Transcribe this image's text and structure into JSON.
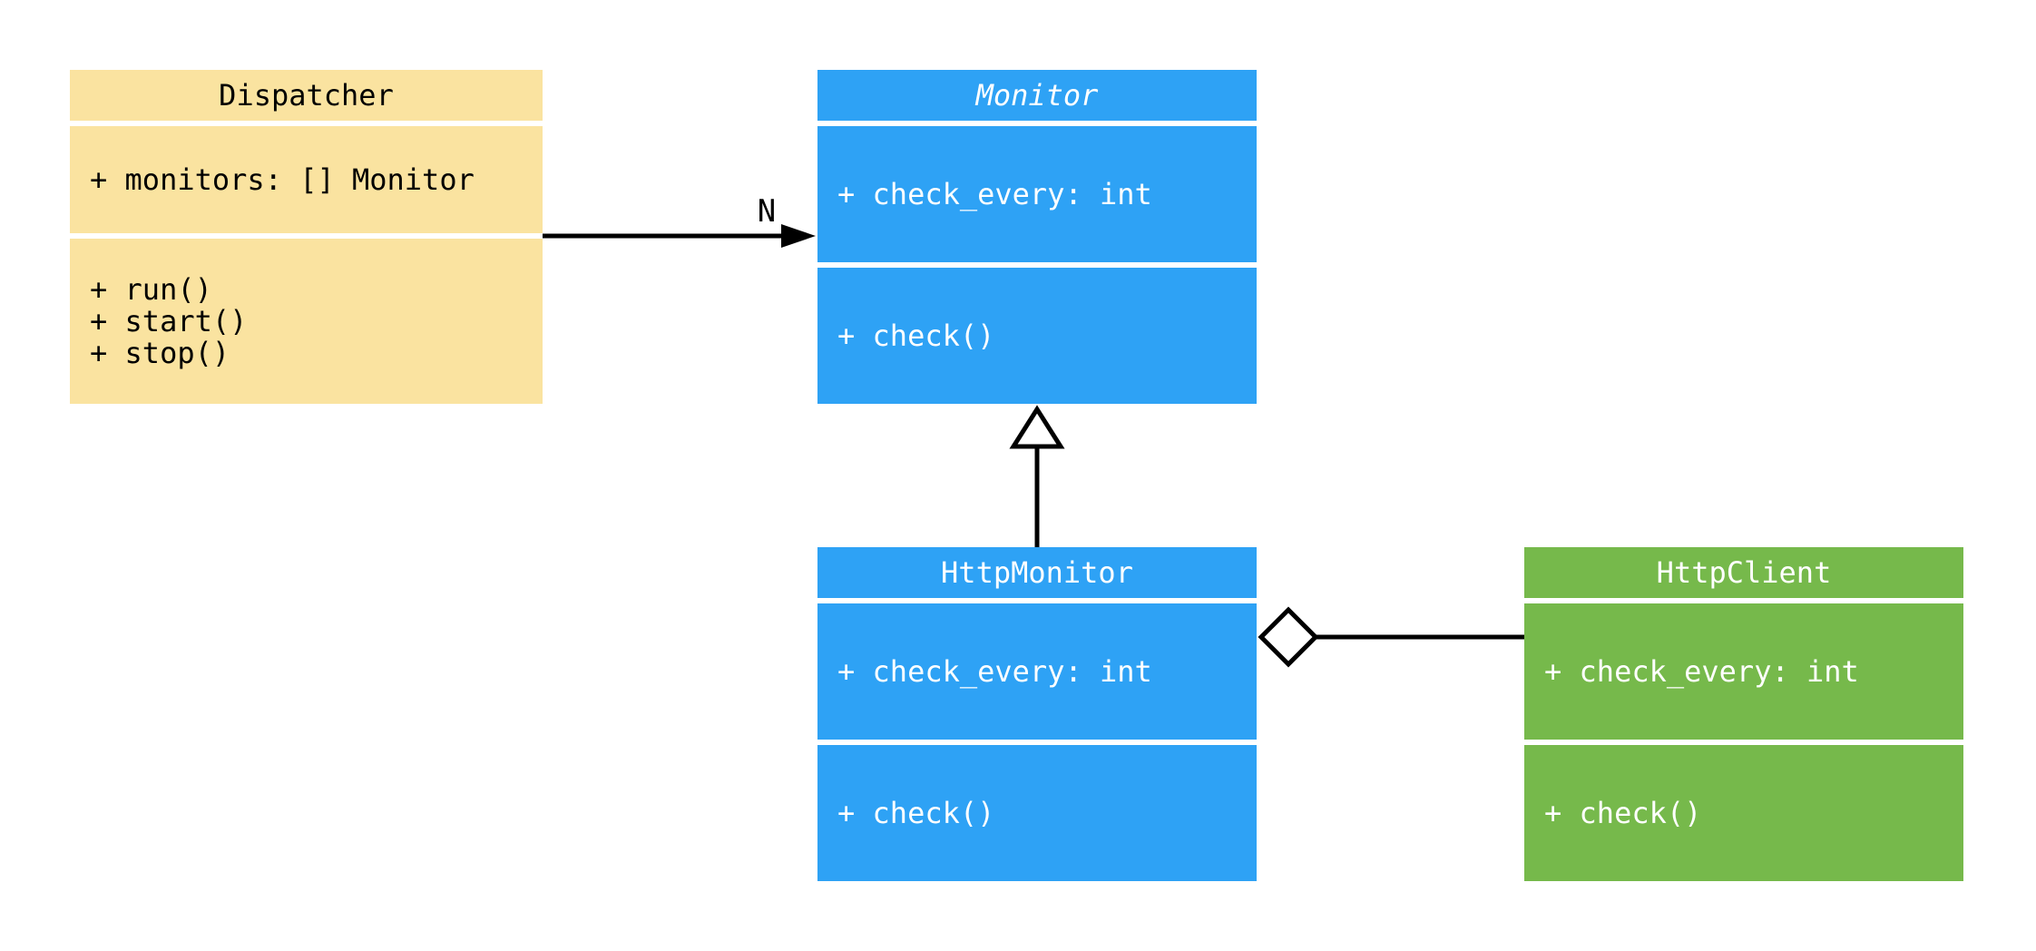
{
  "background_color": "#FFFFFF",
  "connector_color": "#000000",
  "classes": {
    "dispatcher": {
      "name": "Dispatcher",
      "abstract": false,
      "fill_color": "#FAE3A0",
      "text_color": "#000000",
      "attributes": [
        "+ monitors: [] Monitor"
      ],
      "methods": [
        "+ run()",
        "+ start()",
        "+ stop()"
      ]
    },
    "monitor": {
      "name": "Monitor",
      "abstract": true,
      "fill_color": "#2EA2F5",
      "text_color": "#FFFFFF",
      "attributes": [
        "+ check_every: int"
      ],
      "methods": [
        "+ check()"
      ]
    },
    "http_monitor": {
      "name": "HttpMonitor",
      "abstract": false,
      "fill_color": "#2EA2F5",
      "text_color": "#FFFFFF",
      "attributes": [
        "+ check_every: int"
      ],
      "methods": [
        "+ check()"
      ]
    },
    "http_client": {
      "name": "HttpClient",
      "abstract": false,
      "fill_color": "#76B94B",
      "text_color": "#FFFFFF",
      "attributes": [
        "+ check_every: int"
      ],
      "methods": [
        "+ check()"
      ]
    }
  },
  "relationships": {
    "dispatcher_to_monitor": {
      "type": "directed-association",
      "from": "Dispatcher",
      "to": "Monitor",
      "label": "N"
    },
    "http_monitor_to_monitor": {
      "type": "generalization",
      "from": "HttpMonitor",
      "to": "Monitor",
      "label": ""
    },
    "http_monitor_to_http_client": {
      "type": "aggregation",
      "from": "HttpMonitor",
      "to": "HttpClient",
      "label": ""
    }
  }
}
